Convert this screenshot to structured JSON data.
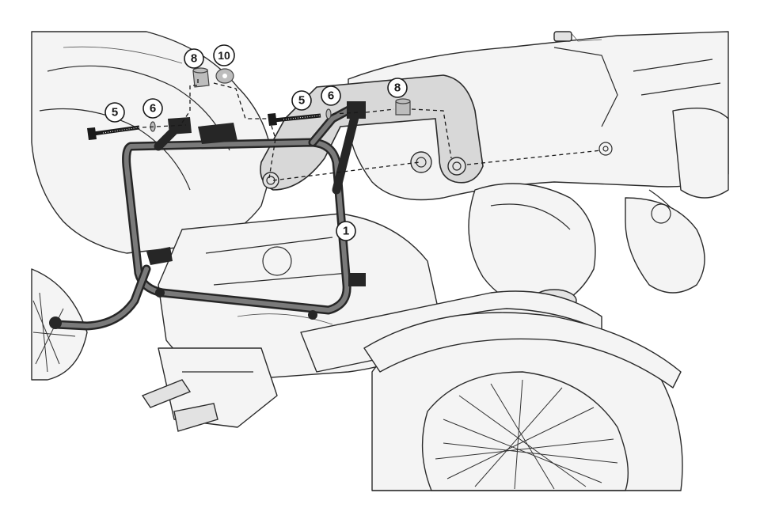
{
  "callouts": [
    {
      "label": "8"
    },
    {
      "label": "10"
    },
    {
      "label": "5"
    },
    {
      "label": "6"
    },
    {
      "label": "5"
    },
    {
      "label": "6"
    },
    {
      "label": "8"
    },
    {
      "label": "1"
    }
  ],
  "colors": {
    "outline": "#2b2b2b",
    "rack": "#262626",
    "part_fill": "#bdbdbd",
    "background": "#ffffff"
  }
}
